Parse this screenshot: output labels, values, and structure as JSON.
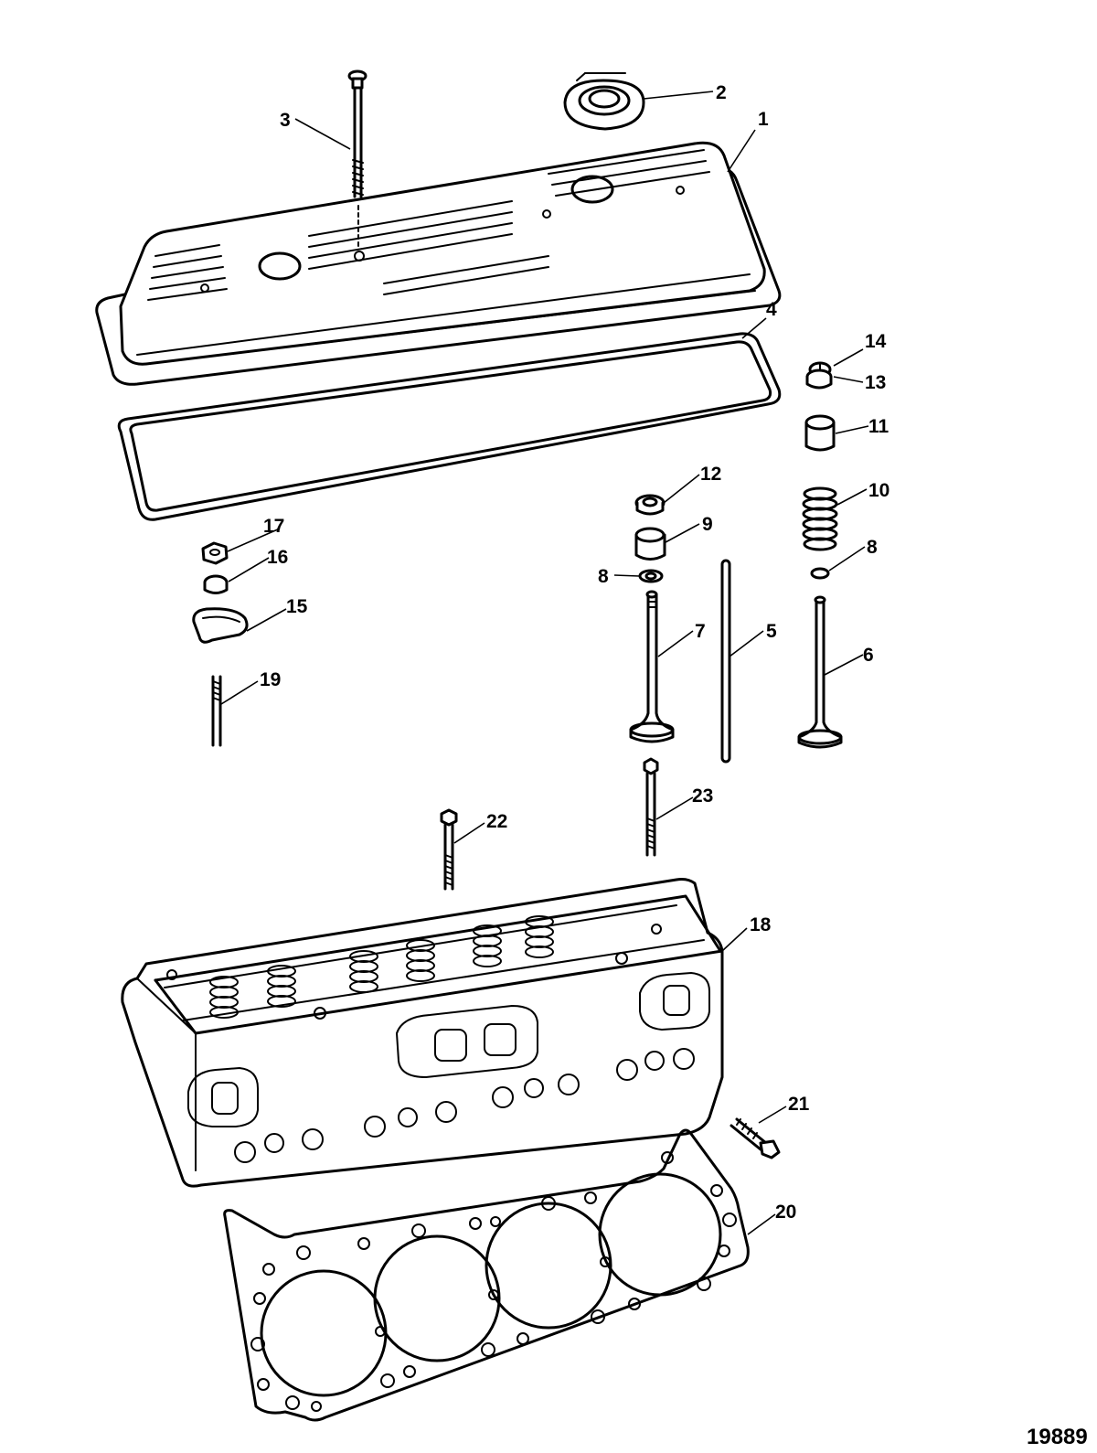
{
  "callouts": [
    "1",
    "2",
    "3",
    "4",
    "5",
    "6",
    "7",
    "8",
    "8",
    "9",
    "10",
    "11",
    "12",
    "13",
    "14",
    "15",
    "16",
    "17",
    "18",
    "19",
    "20",
    "21",
    "22",
    "23"
  ],
  "figure_number": "19889"
}
